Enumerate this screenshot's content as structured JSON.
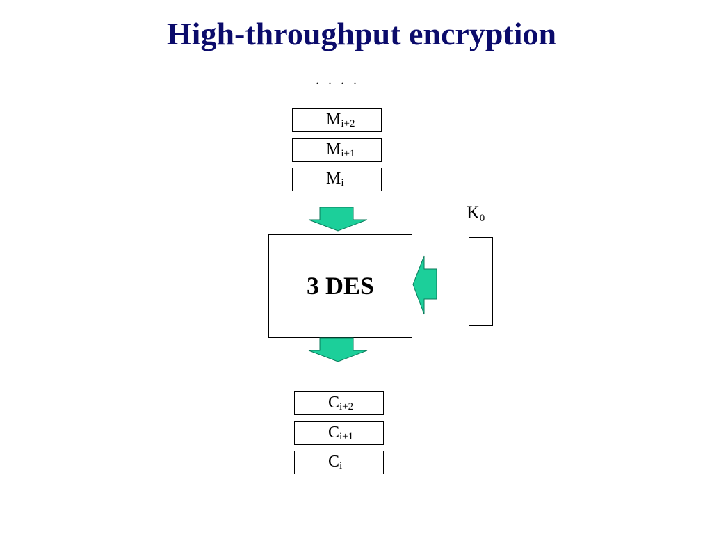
{
  "title": "High-throughput encryption",
  "ellipsis": ". . . .",
  "input_blocks": [
    {
      "base": "M",
      "sub": "i+2"
    },
    {
      "base": "M",
      "sub": "i+1"
    },
    {
      "base": "M",
      "sub": "i"
    }
  ],
  "cipher_label": "3 DES",
  "key": {
    "base": "K",
    "sub": "0"
  },
  "output_blocks": [
    {
      "base": "C",
      "sub": "i+2"
    },
    {
      "base": "C",
      "sub": "i+1"
    },
    {
      "base": "C",
      "sub": "i"
    }
  ],
  "colors": {
    "title": "#0b0b6b",
    "arrow_fill": "#1ccf9a",
    "arrow_stroke": "#0a7a5a"
  }
}
